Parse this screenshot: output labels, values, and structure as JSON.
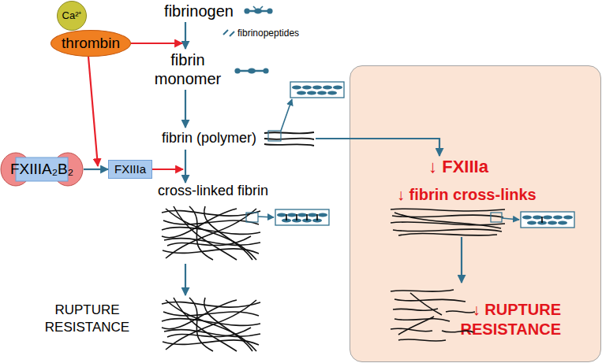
{
  "diagram": {
    "nodes": [
      {
        "text": [
          "Ca²⁺"
        ]
      },
      {
        "text": [
          "thrombin"
        ]
      },
      {
        "text": [
          "fibrinogen"
        ]
      },
      {
        "text": [
          "fibrin monomer"
        ]
      },
      {
        "text": [
          "fibrin (polymer)"
        ]
      },
      {
        "text": [
          "FXIIIA₂B₂"
        ]
      },
      {
        "text": [
          "FXIIIa"
        ]
      },
      {
        "text": [
          "cross-linked fibrin"
        ]
      },
      {
        "text": [
          "RUPTURE RESISTANCE"
        ]
      },
      {
        "text": []
      },
      {
        "text": [
          "↓ FXIIIa"
        ],
        "in": 9
      },
      {
        "text": [
          "↓ fibrin cross-links"
        ],
        "in": 9
      },
      {
        "text": [
          "↓ RUPTURE RESISTANCE"
        ],
        "in": 9
      }
    ],
    "edges": [
      {
        "from": 2,
        "to": 3,
        "arrow": "to"
      },
      {
        "from": 3,
        "to": 4,
        "arrow": "to"
      },
      {
        "from": 4,
        "to": 7,
        "arrow": "to"
      },
      {
        "from": 7,
        "to": 8,
        "arrow": "to"
      },
      {
        "from": 5,
        "to": 6,
        "arrow": "to"
      },
      {
        "from": 4,
        "to": 10,
        "arrow": "to"
      },
      {
        "from": 11,
        "to": 12,
        "arrow": "to"
      }
    ],
    "labels": [
      "fibrinopeptides"
    ]
  }
}
